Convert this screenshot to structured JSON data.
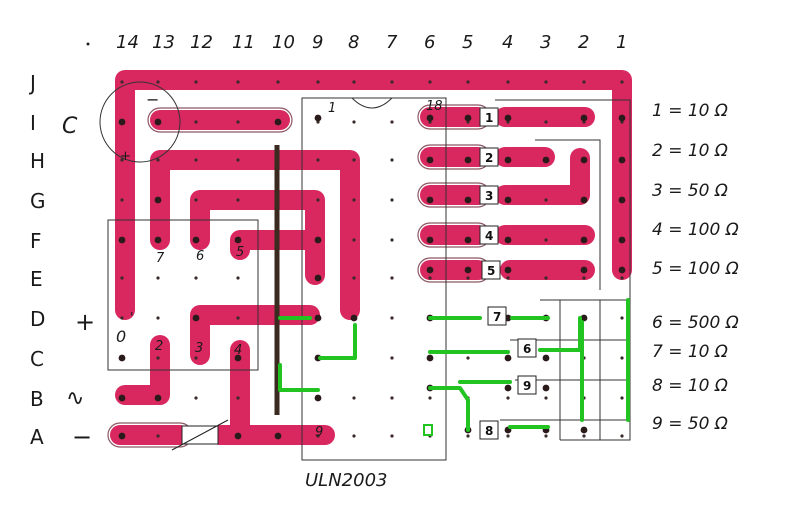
{
  "colors": {
    "red_trace": "#d8285f",
    "red_outline": "#5a1020",
    "green_wire": "#22c422",
    "ink": "#1a1a1a",
    "hole": "#3a2a2a"
  },
  "column_labels": [
    "14",
    "13",
    "12",
    "11",
    "10",
    "9",
    "8",
    "7",
    "6",
    "5",
    "4",
    "3",
    "2",
    "1"
  ],
  "row_labels": [
    "J",
    "I",
    "H",
    "G",
    "F",
    "E",
    "D",
    "C",
    "B",
    "A"
  ],
  "row_side_labels": {
    "I": "C",
    "D": "+",
    "B": "∿",
    "A": "−"
  },
  "component_marks": {
    "minus": "−",
    "plus": "+",
    "pin_0": "0",
    "pin_1": "1",
    "pin_2": "2",
    "pin_3": "3",
    "pin_4": "4",
    "pin_5": "5",
    "pin_6": "6",
    "pin_7": "7",
    "pin_9": "9",
    "pin_18": "18",
    "tick": "'"
  },
  "chip_label": "ULN2003",
  "resistor_boxes": [
    "1",
    "2",
    "3",
    "4",
    "5",
    "6",
    "7",
    "8",
    "9"
  ],
  "legend": [
    {
      "id": "1",
      "text": "1 = 10 Ω"
    },
    {
      "id": "2",
      "text": "2 = 10 Ω"
    },
    {
      "id": "3",
      "text": "3 = 50 Ω"
    },
    {
      "id": "4",
      "text": "4 = 100 Ω"
    },
    {
      "id": "5",
      "text": "5 = 100 Ω"
    },
    {
      "id": "6",
      "text": "6 = 500 Ω"
    },
    {
      "id": "7",
      "text": "7 = 10 Ω"
    },
    {
      "id": "8",
      "text": "8 = 10 Ω"
    },
    {
      "id": "9",
      "text": "9 = 50 Ω"
    }
  ]
}
